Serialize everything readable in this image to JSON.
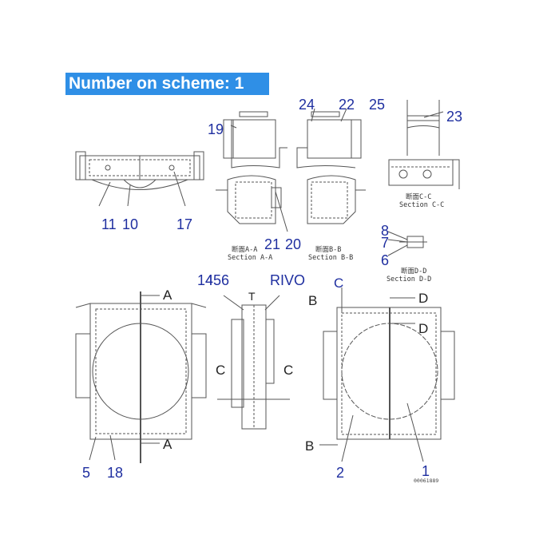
{
  "header": {
    "title": "Number on scheme: 1"
  },
  "colors": {
    "banner_bg": "#2f8fe6",
    "banner_text": "#ffffff",
    "callout_text": "#1f2fa0",
    "line": "#555555"
  },
  "callouts": {
    "c19": "19",
    "c24": "24",
    "c22": "22",
    "c25": "25",
    "c23": "23",
    "c11": "11",
    "c10": "10",
    "c17": "17",
    "c21": "21",
    "c20": "20",
    "c8": "8",
    "c7": "7",
    "c6": "6",
    "c14_16": "14",
    "c14_16b": "4",
    "c14_16c": "5",
    "c14_16d": "6",
    "c_top_mid": "RIVO",
    "c5": "5",
    "c18": "18",
    "c2": "2",
    "c1": "1"
  },
  "section_letters": {
    "a_top": "A",
    "a_bottom": "A",
    "c_left": "C",
    "c_right": "C",
    "c_top": "C",
    "b_top": "B",
    "b_bottom": "B",
    "d_top": "D",
    "d_mid": "D",
    "t_mark": "T"
  },
  "captions": {
    "section_aa_jp": "断面A-A",
    "section_aa_en": "Section A-A",
    "section_bb_jp": "断面B-B",
    "section_bb_en": "Section B-B",
    "section_cc_jp": "断面C-C",
    "section_cc_en": "Section C-C",
    "section_dd_jp": "断面D-D",
    "section_dd_en": "Section D-D"
  },
  "part_number": "00061889"
}
